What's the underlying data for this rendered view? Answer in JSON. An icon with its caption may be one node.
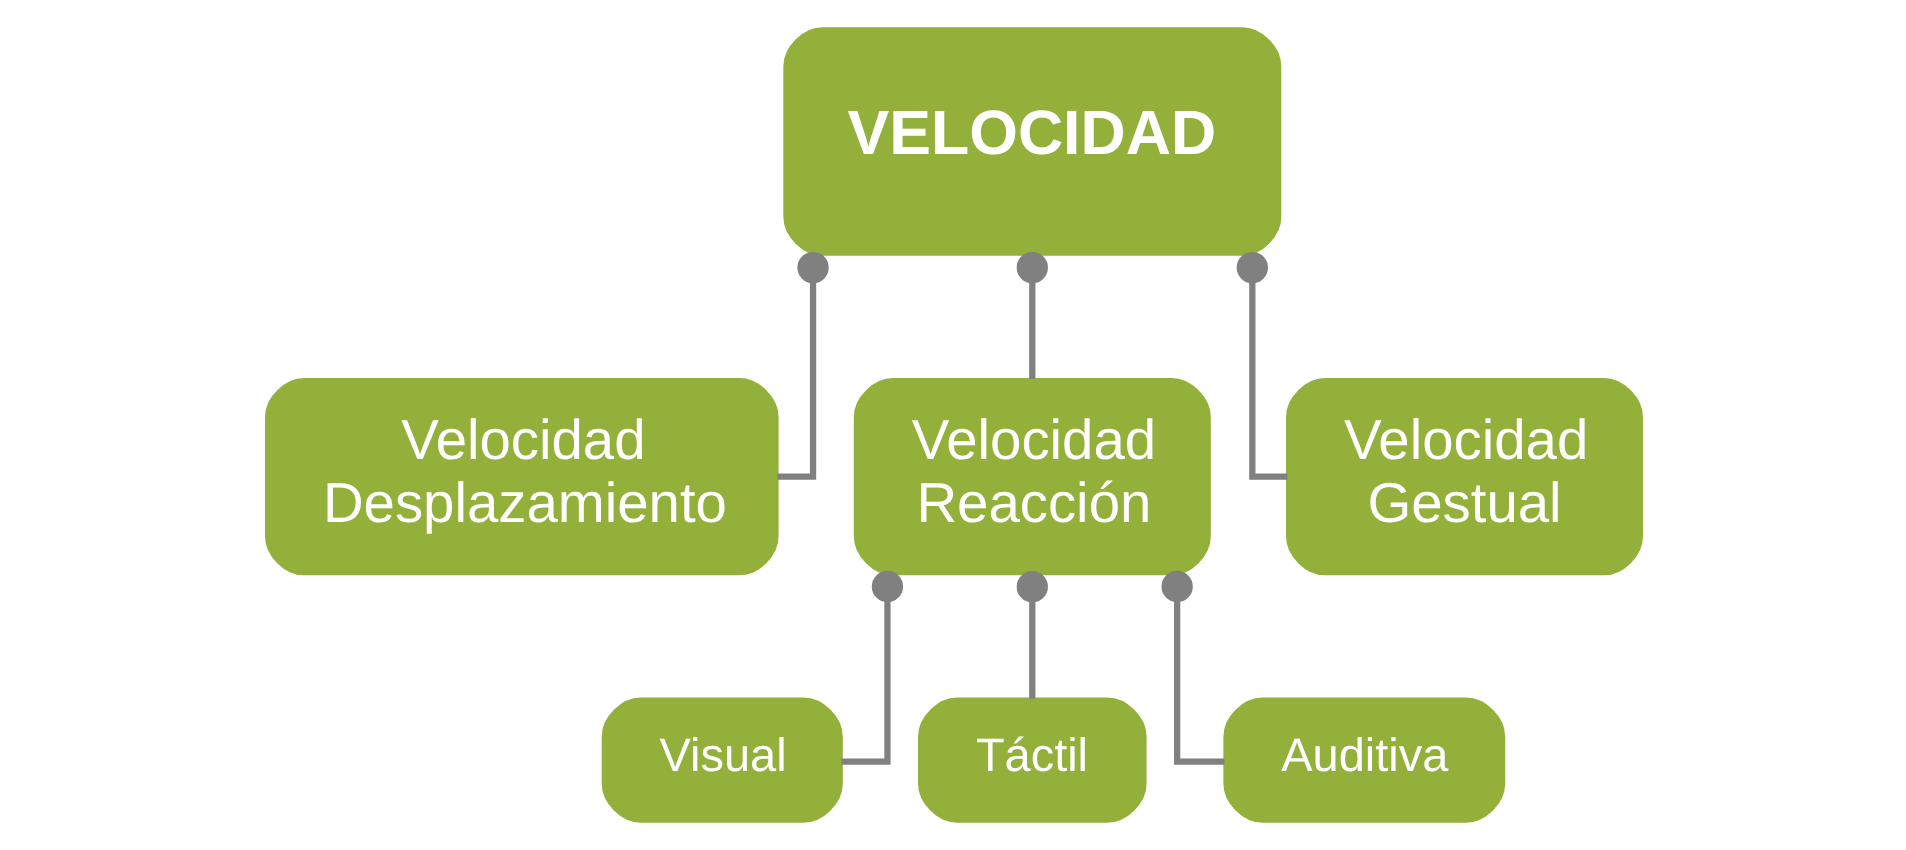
{
  "diagram": {
    "nodes": [
      {
        "text": [
          "VELOCIDAD"
        ]
      },
      {
        "text": [
          "Velocidad Desplazamiento"
        ]
      },
      {
        "text": [
          "Velocidad Reacción"
        ]
      },
      {
        "text": [
          "Velocidad Gestual"
        ]
      },
      {
        "text": [
          "Visual"
        ]
      },
      {
        "text": [
          "Táctil"
        ]
      },
      {
        "text": [
          "Auditiva"
        ]
      }
    ],
    "edges": [
      {
        "from": 0,
        "to": 1,
        "arrow": "other"
      },
      {
        "from": 0,
        "to": 2,
        "arrow": "other"
      },
      {
        "from": 0,
        "to": 3,
        "arrow": "other"
      },
      {
        "from": 2,
        "to": 4,
        "arrow": "other"
      },
      {
        "from": 2,
        "to": 5,
        "arrow": "other"
      },
      {
        "from": 2,
        "to": 6,
        "arrow": "other"
      }
    ]
  }
}
